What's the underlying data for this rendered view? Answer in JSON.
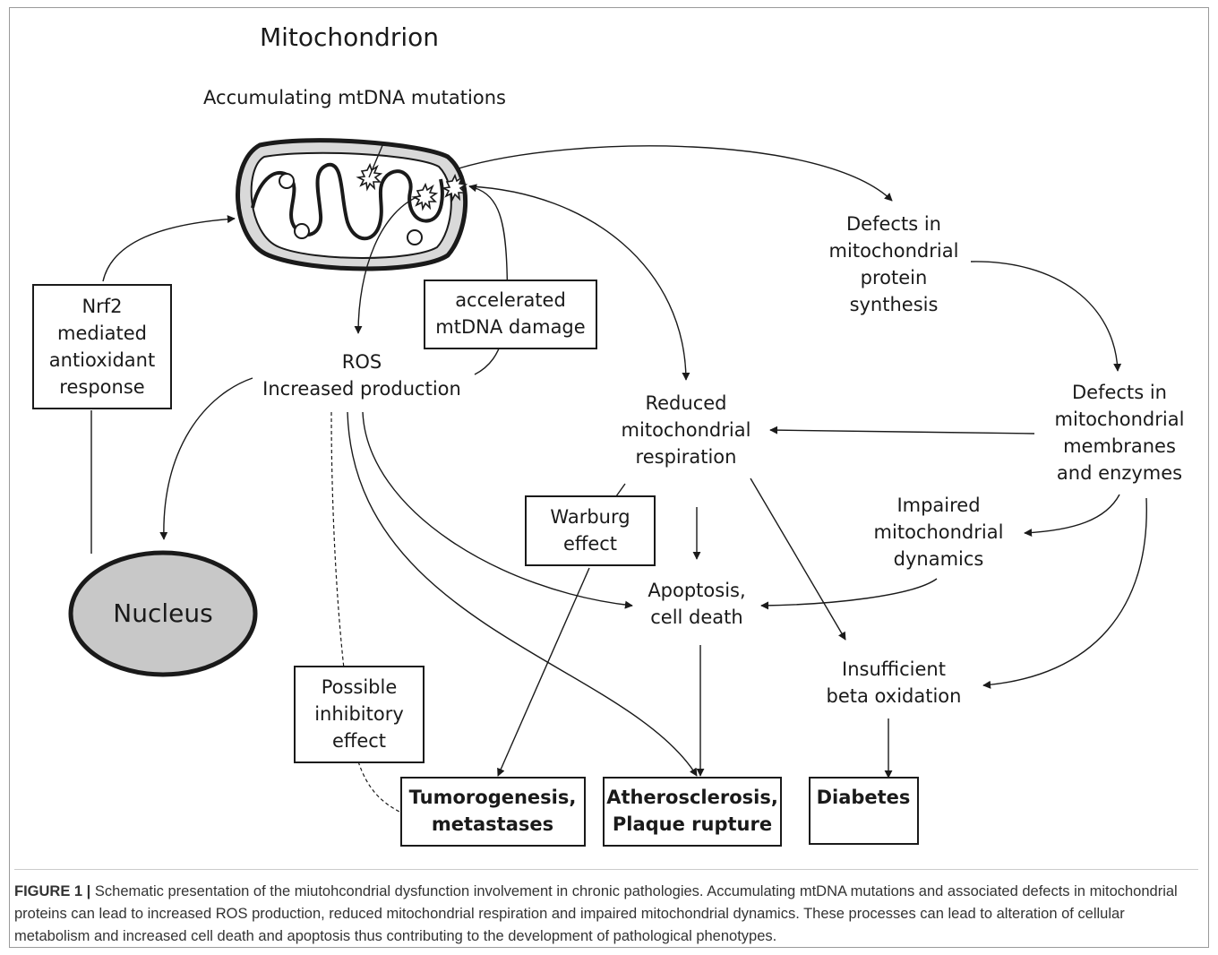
{
  "diagram": {
    "title": "Mitochondrion",
    "mtdna_label": "Accumulating mtDNA mutations",
    "nrf2": [
      "Nrf2",
      "mediated",
      "antioxidant",
      "response"
    ],
    "accelerated": [
      "accelerated",
      "mtDNA damage"
    ],
    "ros": [
      "ROS",
      "Increased production"
    ],
    "nucleus": "Nucleus",
    "defects_protein": [
      "Defects in",
      "mitochondrial",
      "protein",
      "synthesis"
    ],
    "defects_membranes": [
      "Defects in",
      "mitochondrial",
      "membranes",
      "and enzymes"
    ],
    "reduced_respiration": [
      "Reduced",
      "mitochondrial",
      "respiration"
    ],
    "warburg": [
      "Warburg",
      "effect"
    ],
    "impaired_dynamics": [
      "Impaired",
      "mitochondrial",
      "dynamics"
    ],
    "apoptosis": [
      "Apoptosis,",
      "cell death"
    ],
    "beta_oxidation": [
      "Insufficient",
      "beta oxidation"
    ],
    "inhibitory": [
      "Possible",
      "inhibitory",
      "effect"
    ],
    "tumorogenesis": [
      "Tumorogenesis,",
      "metastases"
    ],
    "atherosclerosis": [
      "Atherosclerosis,",
      "Plaque rupture"
    ],
    "diabetes": "Diabetes"
  },
  "caption": {
    "label": "FIGURE 1 |",
    "text": " Schematic presentation of the miutohcondrial dysfunction involvement in chronic pathologies. Accumulating mtDNA mutations and associated defects in mitochondrial proteins can lead to increased ROS production, reduced mitochondrial respiration and impaired mitochondrial dynamics. These processes can lead to alteration of cellular metabolism and increased cell death and apoptosis thus contributing to the development of pathological phenotypes."
  },
  "colors": {
    "mito_fill": "#d9d9d9",
    "nucleus_fill": "#c8c8c8",
    "line": "#1a1a1a"
  }
}
